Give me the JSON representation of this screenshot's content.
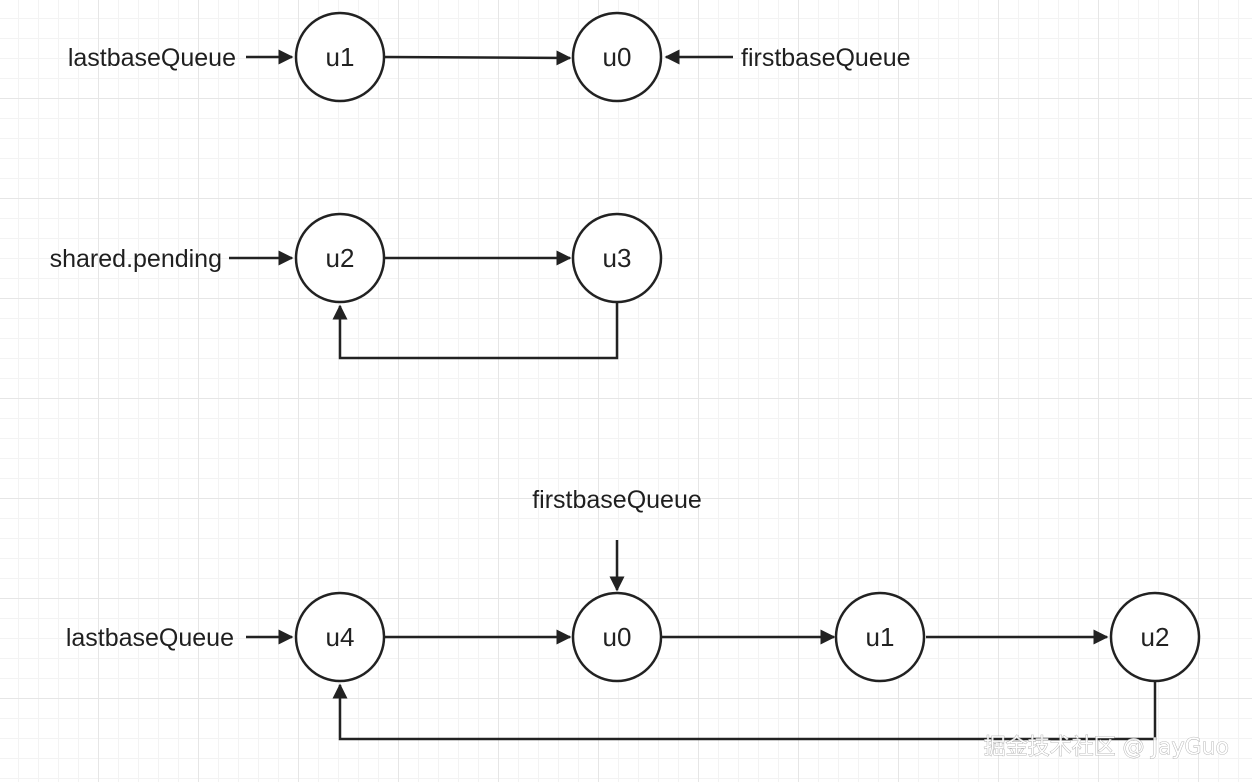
{
  "diagrams": [
    {
      "nodes": [
        "u1",
        "u0"
      ],
      "labels": [
        "lastbaseQueue",
        "firstbaseQueue"
      ]
    },
    {
      "nodes": [
        "u2",
        "u3"
      ],
      "labels": [
        "shared.pending"
      ]
    },
    {
      "nodes": [
        "u4",
        "u0",
        "u1",
        "u2"
      ],
      "labels": [
        "firstbaseQueue",
        "lastbaseQueue"
      ]
    }
  ],
  "watermark": "掘金技术社区 @ JayGuo",
  "colors": {
    "stroke": "#222222",
    "grid": "#e6e6e6",
    "background": "#ffffff"
  }
}
